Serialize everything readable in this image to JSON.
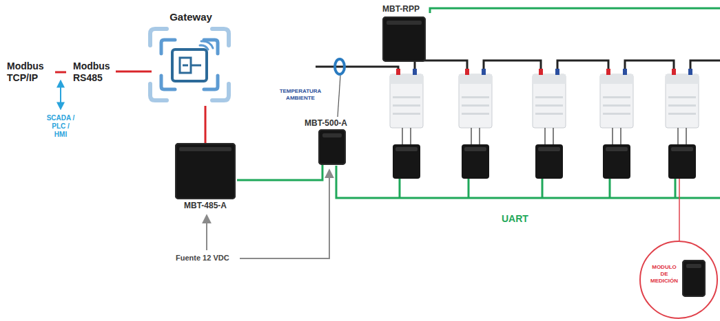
{
  "diagram": {
    "nodes": [
      {
        "text": [
          "Gateway"
        ]
      },
      {
        "text": [
          "MBT-485-A"
        ]
      },
      {
        "text": [
          "MBT-500-A"
        ]
      },
      {
        "text": [
          "MBT-RPP"
        ]
      },
      {
        "text": [
          "MODULO DE MEDICIÓN"
        ]
      }
    ],
    "edges": [
      {
        "from": 0,
        "to": 1,
        "arrow": "none"
      },
      {
        "from": 1,
        "to": 2,
        "arrow": "none"
      }
    ],
    "labels": [
      "Modbus TCP/IP",
      "Modbus RS485",
      "SCADA / PLC / HMI",
      "TEMPERATURA AMBIENTE",
      "Fuente 12 VDC",
      "UART"
    ]
  }
}
